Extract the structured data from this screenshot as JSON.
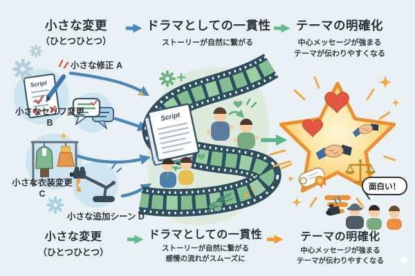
{
  "flow_top": {
    "step1": {
      "title": "小さな変更",
      "subtitle": "（ひとつひとつ）"
    },
    "step2": {
      "title": "ドラマとしての一貫性",
      "subtitle": "ストーリーが自然に繋がる"
    },
    "step3": {
      "title": "テーマの明確化",
      "subtitle1": "中心メッセージが強まる",
      "subtitle2": "テーマが伝わりやすくなる"
    }
  },
  "flow_bottom": {
    "step1": {
      "title": "小さな変更",
      "subtitle": "（ひとつひとつ）"
    },
    "step2": {
      "title": "ドラマとしての一貫性",
      "subtitle1": "ストーリーが自然に繋がる",
      "subtitle2": "感情の流れがスムーズに"
    },
    "step3": {
      "title": "テーマの明確化",
      "subtitle1": "中心メッセージが強まる",
      "subtitle2": "テーマが伝わりやすくなる"
    }
  },
  "changes": {
    "a": "小さな修正 A",
    "b_line1": "小さなセリフ変更",
    "b_line2": "B",
    "c_line1": "小さな衣装変更",
    "c_line2": "C",
    "d": "小さな追加シーン D"
  },
  "center": {
    "script_label": "Script"
  },
  "outcome": {
    "speech_bubble": "面白い！"
  },
  "icons": {
    "script_edit": "document-with-pen-icon",
    "dialogue_change": "speech-bubbles-icon",
    "costume_change": "clothes-rack-icon",
    "added_scene": "camera-crane-icon",
    "film": "film-strip-icon",
    "star": "star-burst-icon",
    "lightbulb": "lightbulb-base-icon",
    "heart": "heart-icon",
    "handshake": "handshake-icon",
    "certificate": "certificate-scroll-icon",
    "balance": "scales-icon",
    "crew": "film-crew-icon"
  },
  "colors": {
    "background": "#e9f1f4",
    "arrow_blue": "#4a88ba",
    "arrow_green": "#5bb585",
    "arrow_orange": "#f59b2e",
    "film_border": "#2e4d5e",
    "film_green": "#83bf91",
    "blob_green": "#dcebdb",
    "icon_circle_blue": "#cfe6f2",
    "star_gold": "#f6b94e",
    "star_outline": "#ee8f2d",
    "heart_red": "#e2573f",
    "sparkle_orange": "#f2a944"
  }
}
